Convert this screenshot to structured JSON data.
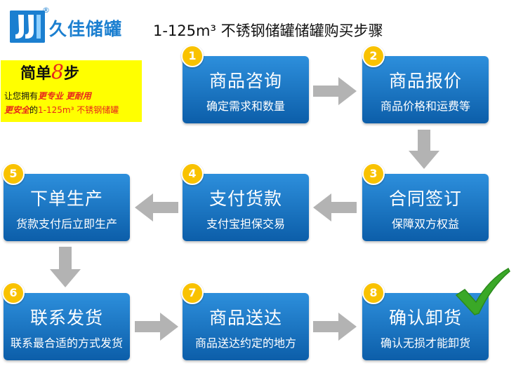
{
  "header": {
    "brand_name": "久佳储罐",
    "registered_mark": "®",
    "headline": "1-125m³ 不锈钢储罐储罐购买步骤"
  },
  "promo": {
    "title_prefix": "简单",
    "title_number": "8",
    "title_suffix": "步",
    "line1_prefix": "让您拥有",
    "line1_emphasis1": "更专业",
    "line1_emphasis2": "更耐用",
    "line2_emphasis": "更安全",
    "line2_mid": "的",
    "line2_suffix": "1-125m³ 不锈钢储罐",
    "highlight_color": "#ffff00",
    "emphasis_color": "#e8261c"
  },
  "steps": [
    {
      "number": "1",
      "title": "商品咨询",
      "subtitle": "确定需求和数量"
    },
    {
      "number": "2",
      "title": "商品报价",
      "subtitle": "商品价格和运费等"
    },
    {
      "number": "3",
      "title": "合同签订",
      "subtitle": "保障双方权益"
    },
    {
      "number": "4",
      "title": "支付货款",
      "subtitle": "支付宝担保交易"
    },
    {
      "number": "5",
      "title": "下单生产",
      "subtitle": "货款支付后立即生产"
    },
    {
      "number": "6",
      "title": "联系发货",
      "subtitle": "联系最合适的方式发货"
    },
    {
      "number": "7",
      "title": "商品送达",
      "subtitle": "商品送达约定的地方"
    },
    {
      "number": "8",
      "title": "确认卸货",
      "subtitle": "确认无损才能卸货"
    }
  ],
  "colors": {
    "box": "#1b7fd0",
    "badge": "#f9c200",
    "arrow": "#b3b3b3",
    "check": "#3aa827"
  },
  "icons": [
    "logo-icon",
    "right-arrow-icon",
    "left-arrow-icon",
    "down-arrow-icon",
    "checkmark-icon"
  ]
}
